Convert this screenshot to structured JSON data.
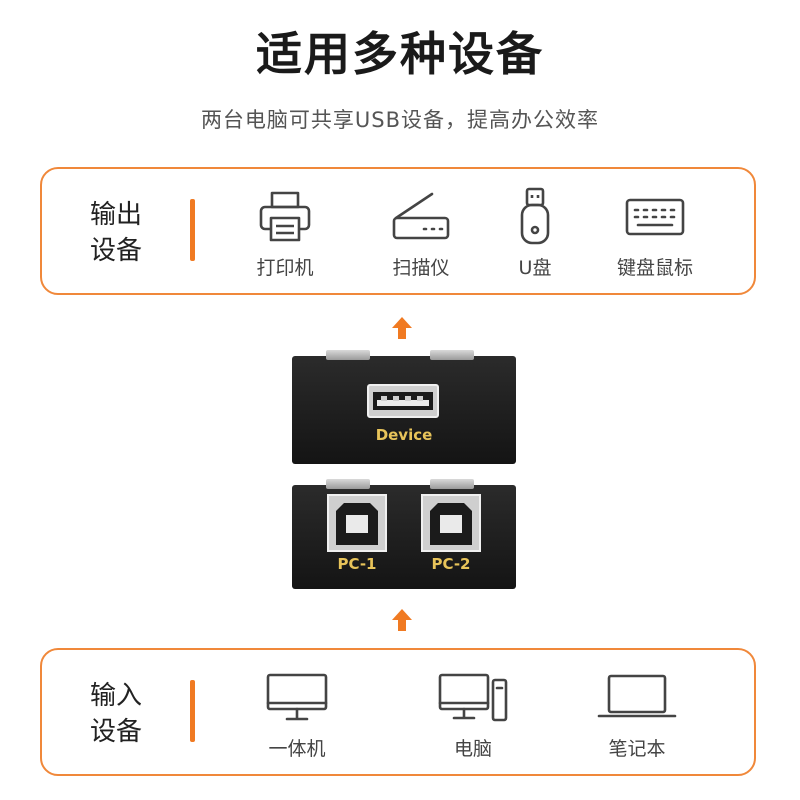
{
  "header": {
    "title": "适用多种设备",
    "subtitle": "两台电脑可共享USB设备，提高办公效率"
  },
  "output_panel": {
    "label_line1": "输出",
    "label_line2": "设备",
    "items": [
      {
        "label": "打印机",
        "icon": "printer-icon"
      },
      {
        "label": "扫描仪",
        "icon": "scanner-icon"
      },
      {
        "label": "U盘",
        "icon": "usb-drive-icon"
      },
      {
        "label": "键盘鼠标",
        "icon": "keyboard-icon"
      }
    ]
  },
  "device": {
    "top_port_label": "Device",
    "bottom_port_labels": [
      "PC-1",
      "PC-2"
    ]
  },
  "input_panel": {
    "label_line1": "输入",
    "label_line2": "设备",
    "items": [
      {
        "label": "一体机",
        "icon": "all-in-one-pc-icon"
      },
      {
        "label": "电脑",
        "icon": "desktop-computer-icon"
      },
      {
        "label": "笔记本",
        "icon": "laptop-icon"
      }
    ]
  },
  "colors": {
    "accent": "#f07a22",
    "panel_border": "#f0883a",
    "device_body": "#1e1e1e",
    "port_label": "#e8c45a"
  }
}
